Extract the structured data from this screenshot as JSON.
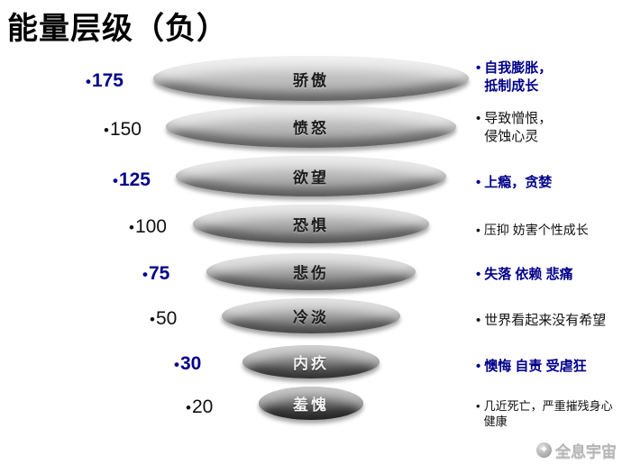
{
  "title": "能量层级（负）",
  "bullet": "•",
  "colors": {
    "accent_blue": "#00008B",
    "text_black": "#111111",
    "disc_light": "#9e9e9e",
    "disc_dark": "#383838"
  },
  "levels": [
    {
      "value": "175",
      "label": "骄傲",
      "note": "自我膨胀，\n抵制成长"
    },
    {
      "value": "150",
      "label": "愤怒",
      "note": "导致憎恨，\n侵蚀心灵"
    },
    {
      "value": "125",
      "label": "欲望",
      "note": "上瘾，贪婪"
    },
    {
      "value": "100",
      "label": "恐惧",
      "note": "压抑 妨害个性成长"
    },
    {
      "value": "75",
      "label": "悲伤",
      "note": "失落 依赖 悲痛"
    },
    {
      "value": "50",
      "label": "冷淡",
      "note": "世界看起来没有希望"
    },
    {
      "value": "30",
      "label": "内疚",
      "note": "懊悔 自责 受虐狂"
    },
    {
      "value": "20",
      "label": "羞愧",
      "note": "几近死亡，严重摧残身心健康"
    }
  ],
  "watermark": {
    "label": "全息宇宙",
    "icon_glyph": "✦"
  }
}
